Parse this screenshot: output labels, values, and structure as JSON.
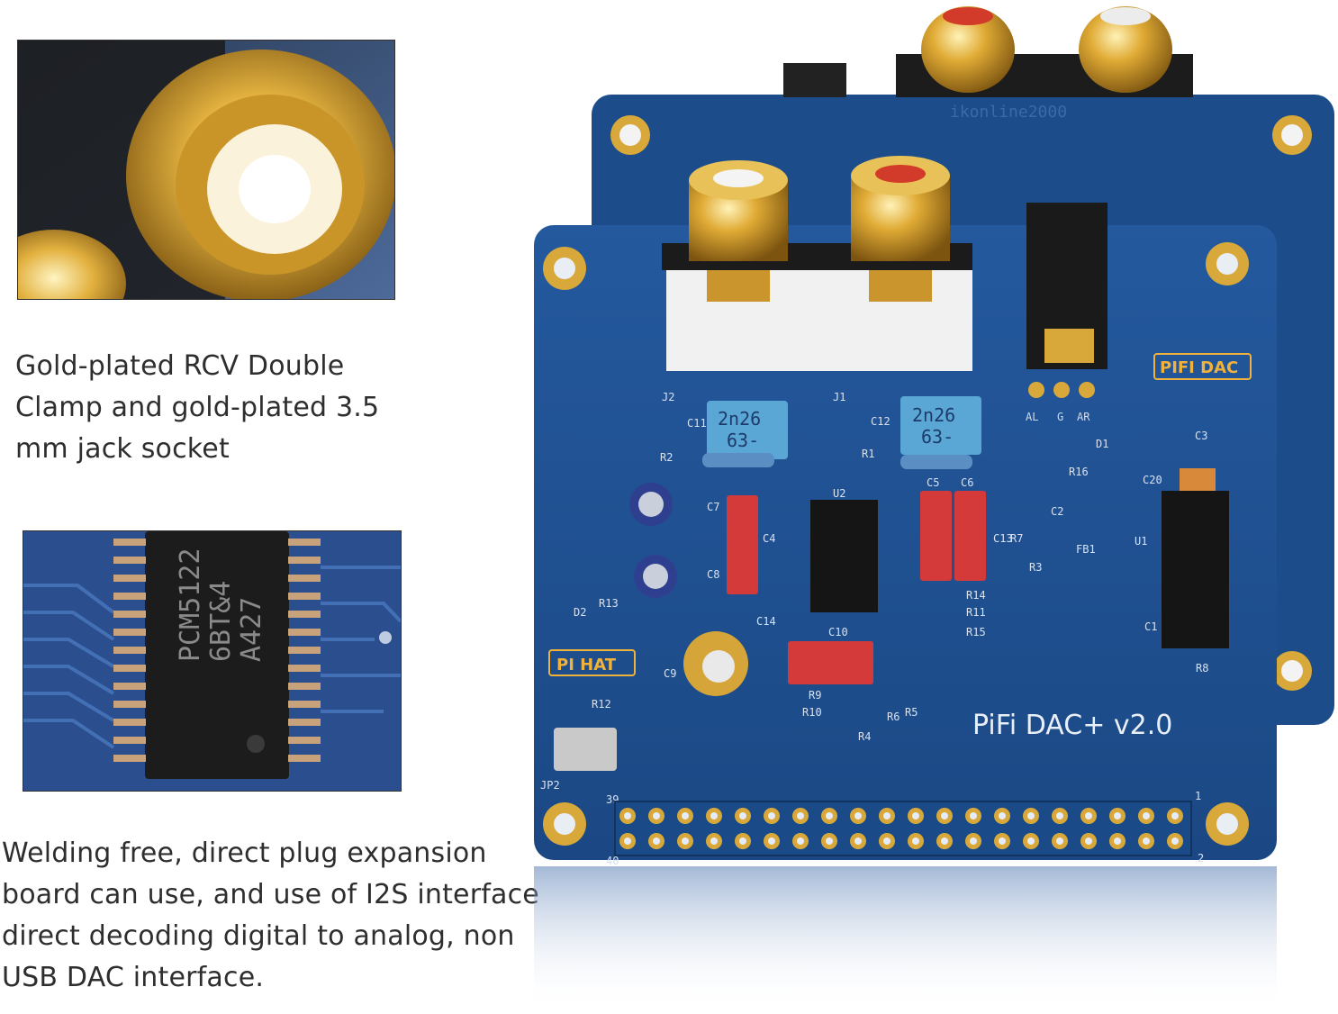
{
  "captions": {
    "first": [
      "Gold-plated RCV Double",
      "Clamp and gold-plated 3.5",
      "mm jack socket"
    ],
    "second": [
      "Welding free, direct plug expansion",
      "board can use, and use of I2S interface",
      "direct decoding digital to analog, non",
      "USB DAC interface."
    ]
  },
  "board": {
    "title": "PiFi DAC+ v2.0",
    "badge_pifi": "PIFI DAC",
    "badge_hat": "PI HAT",
    "back_watermark": "ikonline2000",
    "cap_label_line1": "2n26",
    "cap_label_line2": "63-",
    "jack_pins": [
      "AL",
      "G",
      "AR"
    ],
    "refdes": [
      "J2",
      "J1",
      "C11",
      "C12",
      "R2",
      "R1",
      "C7",
      "C8",
      "C4",
      "C14",
      "U2",
      "C5",
      "C6",
      "D1",
      "C3",
      "R16",
      "C20",
      "C2",
      "FB1",
      "C13",
      "R7",
      "R3",
      "R14",
      "R11",
      "R15",
      "D2",
      "R13",
      "C9",
      "C10",
      "R9",
      "R10",
      "R12",
      "R4",
      "R6",
      "R5",
      "JP2",
      "R8",
      "U1",
      "C1",
      "39",
      "40",
      "1",
      "2"
    ],
    "chip_text": [
      "PCM5122",
      "6BT&4",
      "A427"
    ]
  },
  "colors": {
    "pcb": "#1f4f8f",
    "pcb_dark": "#163d70",
    "gold": "#d8a93a",
    "badge": "#f0b23a"
  }
}
